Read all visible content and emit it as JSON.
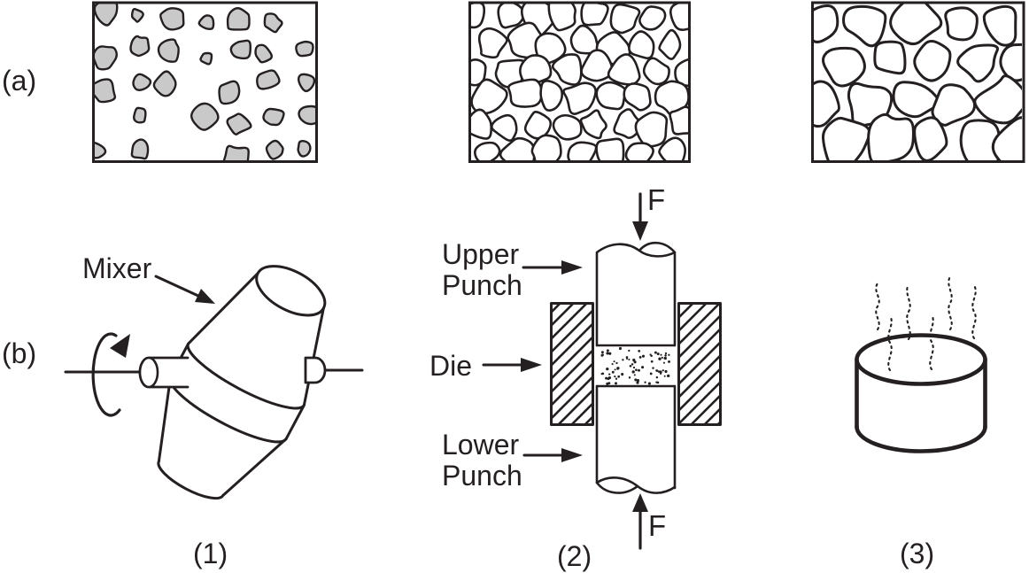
{
  "colors": {
    "ink": "#241f21",
    "particle_fill": "#c9c9c9",
    "background": "#ffffff"
  },
  "row_labels": {
    "a": "(a)",
    "b": "(b)"
  },
  "step_numbers": {
    "step1": "(1)",
    "step2": "(2)",
    "step3": "(3)"
  },
  "annotations": {
    "mixer": "Mixer",
    "upper_punch": "Upper\nPunch",
    "die": "Die",
    "lower_punch": "Lower\nPunch",
    "force_top": "F",
    "force_bottom": "F"
  },
  "micrographs": {
    "blended": {
      "name": "loose-powder-particles",
      "seed": 9,
      "cell": 38,
      "jitter": 16,
      "skip": 0.18,
      "rmin": 7,
      "rmax": 16,
      "fill": "#c9c9c9",
      "stroke_width": 2.4,
      "staggered": false
    },
    "compacted": {
      "name": "compacted-powder-grains",
      "seed": 4,
      "cell": 34,
      "jitter": 8,
      "skip": 0,
      "rmin": 14,
      "rmax": 21,
      "fill": "#ffffff",
      "stroke_width": 2.6,
      "staggered": true
    },
    "sintered": {
      "name": "sintered-grains",
      "seed": 17,
      "cell": 50,
      "jitter": 10,
      "skip": 0,
      "rmin": 21,
      "rmax": 31,
      "fill": "#ffffff",
      "stroke_width": 3,
      "staggered": true
    }
  },
  "powder_fill": {
    "seed": 23,
    "count": 80
  }
}
